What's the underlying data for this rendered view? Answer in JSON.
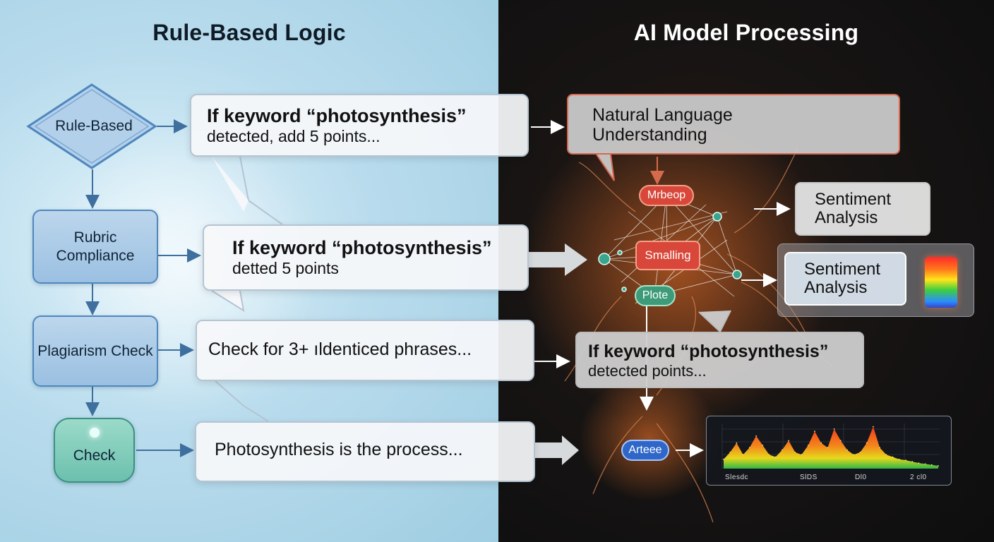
{
  "headings": {
    "left": "Rule-Based Logic",
    "right": "AI Model Processing"
  },
  "left_flow": {
    "start": "Rule-Based",
    "rubric": "Rubric Compliance",
    "plagiarism": "Plagiarism Check",
    "check": "Check"
  },
  "callouts": {
    "c1": {
      "line1": "If keyword “photosynthesis”",
      "line2": "detected, add 5 points..."
    },
    "c2": {
      "line1": "If keyword “photosynthesis”",
      "line2": "detted 5 points"
    },
    "c3": "Check for 3+ ıldenticed phrases...",
    "c4": "Photosynthesis is the process..."
  },
  "ai": {
    "nlu_line1": "Natural Language",
    "nlu_line2": "Understanding",
    "nodes": {
      "n1": "Mrbeop",
      "n2": "Smalling",
      "n3": "Plote",
      "n4": "Arteee"
    },
    "sentiment1": "Sentiment Analysis",
    "sentiment2": "Sentiment Analysis",
    "keyword_line1": "If keyword “photosynthesis”",
    "keyword_line2": "detected points...",
    "chart_ticks": [
      "Slesdc",
      "SlDS",
      "Dl0",
      "2 cl0"
    ]
  },
  "colors": {
    "left_bg": "#b9dced",
    "right_bg": "#171413",
    "node_red": "#d8473a",
    "node_green": "#3e9b79",
    "node_blue": "#2f67c9",
    "flow_arrow": "#3f6f9e"
  },
  "chart_data": {
    "type": "area",
    "title": "",
    "xlabel": "",
    "ylabel": "",
    "x_ticks": [
      "Slesdc",
      "SlDS",
      "Dl0",
      "2 cl0"
    ],
    "series": [
      {
        "values": [
          0.2,
          0.35,
          0.55,
          0.3,
          0.45,
          0.7,
          0.5,
          0.3,
          0.25,
          0.4,
          0.6,
          0.35,
          0.3,
          0.5,
          0.8,
          0.55,
          0.45,
          0.85,
          0.6,
          0.4,
          0.3,
          0.35,
          0.55,
          0.9,
          0.45,
          0.3,
          0.25,
          0.2,
          0.18,
          0.15,
          0.12,
          0.1,
          0.08,
          0.06
        ]
      }
    ]
  }
}
